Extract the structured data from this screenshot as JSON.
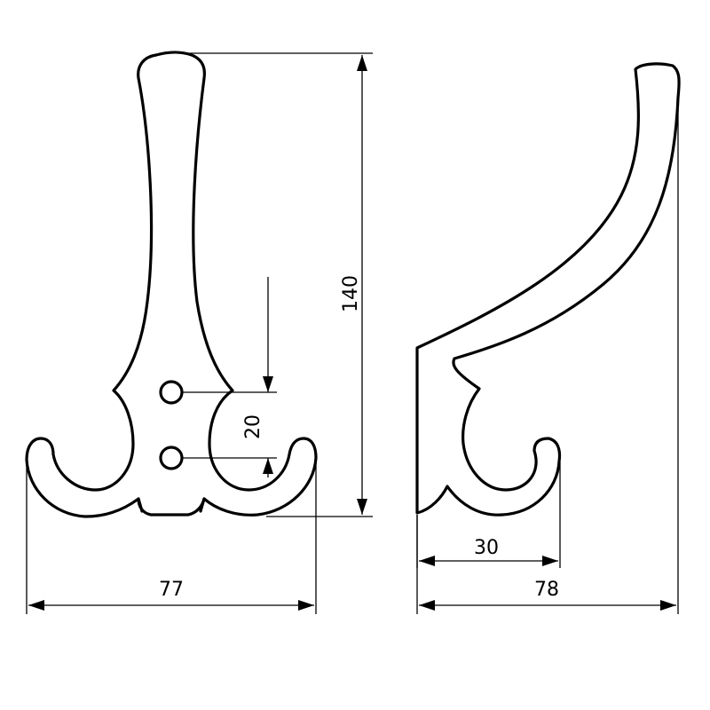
{
  "dimensions": {
    "height": "140",
    "hole_spacing": "20",
    "front_width": "77",
    "hook_depth": "30",
    "side_depth": "78"
  }
}
